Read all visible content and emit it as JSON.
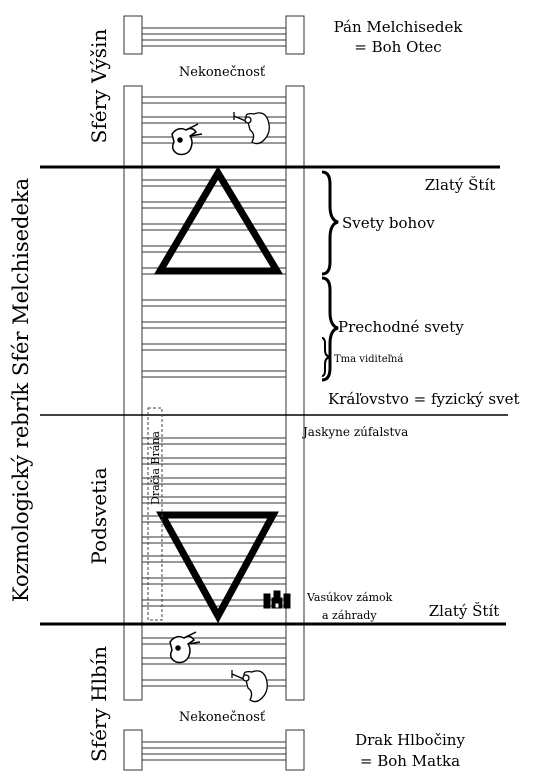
{
  "diagram": {
    "vertical_title": "Kozmologický rebrík Sfér Melchisedeka",
    "side_labels": {
      "top": "Sféry Výšin",
      "middle": "Podsvetia",
      "bottom": "Sféry Hlbín"
    },
    "top": {
      "name_line1": "Pán Melchisedek",
      "name_line2": "= Boh Otec",
      "infinity": "Nekonečnosť"
    },
    "right_labels": {
      "golden_shield_upper": "Zlatý Štít",
      "worlds_of_gods": "Svety bohov",
      "transitional_worlds": "Prechodné svety",
      "visible_darkness": "Tma viditeľná",
      "kingdom": "Kráľovstvo = fyzický svet",
      "caves_of_despair": "Jaskyne zúfalstva",
      "castle_line1": "Vasúkov zámok",
      "castle_line2": "a záhrady",
      "golden_shield_lower": "Zlatý Štít"
    },
    "gate_label": "Dračia Brána",
    "bottom": {
      "infinity": "Nekonečnosť",
      "name_line1": "Drak Hlbočiny",
      "name_line2": "= Boh Matka"
    },
    "icons": [
      "angel-trumpet-icon",
      "dragon-icon",
      "castle-icon"
    ],
    "colors": {
      "ink": "#000000",
      "paper": "#ffffff"
    }
  }
}
